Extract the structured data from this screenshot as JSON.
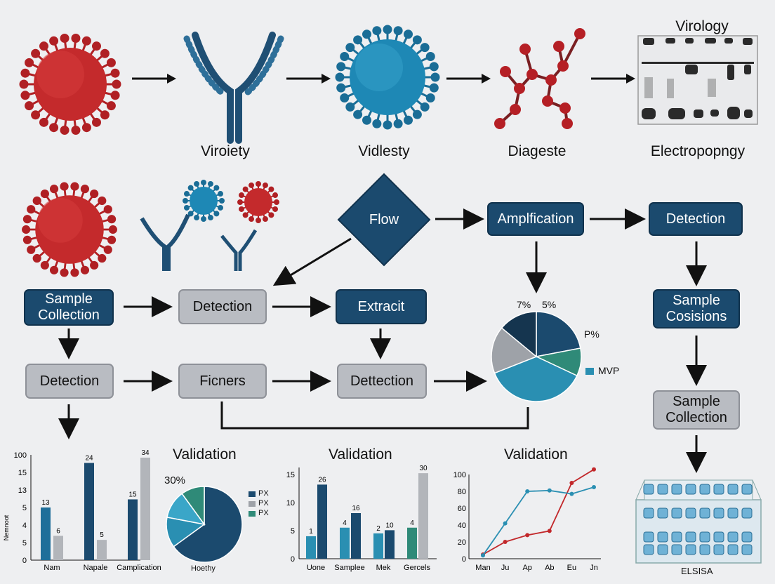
{
  "top_row": {
    "captions": [
      "Viroiety",
      "Vidlesty",
      "Diageste",
      "Electropopngy"
    ],
    "gel_title": "Virology"
  },
  "flow": {
    "diamond": "Flow",
    "amplification": "Amplfication",
    "detection_top": "Detection",
    "sample_collection_left": "Sample Collection",
    "detection_mid": "Detection",
    "extract": "Extracit",
    "detection_left": "Detection",
    "ficners": "Ficners",
    "detection_center": "Dettection",
    "sample_cosisions": "Sample Cosisions",
    "sample_collection_right": "Sample Collection",
    "elisa_label": "ELSISA"
  },
  "pie_top": {
    "labels": [
      "7%",
      "5%",
      "P%"
    ],
    "legend": "MVP"
  },
  "bar_left": {
    "yticks": [
      "100",
      "15",
      "13",
      "5",
      "4",
      "5",
      "0"
    ],
    "ylabel": "Nemnoot",
    "categories": [
      "Nam",
      "Napale",
      "Camplication"
    ]
  },
  "validation_titles": [
    "Validation",
    "Validation",
    "Validation"
  ],
  "pie_bottom": {
    "pct": "30%",
    "legend": [
      "PX",
      "PX",
      "PX"
    ],
    "caption": "Hoethy"
  },
  "bar_mid": {
    "yticks": [
      "15",
      "10",
      "5",
      "0"
    ],
    "categories": [
      "Uone",
      "Samplee",
      "Mek",
      "Gercels"
    ]
  },
  "line_chart": {
    "yticks": [
      "100",
      "80",
      "60",
      "40",
      "20",
      "0"
    ],
    "xticks": [
      "Man",
      "Ju",
      "Ap",
      "Ab",
      "Eu",
      "Jn"
    ]
  },
  "colors": {
    "dark_blue": "#1b4a6e",
    "teal": "#2a8fb2",
    "green": "#2f8a78",
    "grey": "#b9bcc2",
    "red": "#c2282b"
  },
  "chart_data": [
    {
      "type": "bar",
      "categories": [
        "Nam",
        "Napale",
        "Camplication"
      ],
      "series": [
        {
          "values": [
            13,
            24,
            15
          ]
        },
        {
          "values": [
            6,
            5,
            34
          ]
        }
      ],
      "data_labels": [
        "13",
        "6",
        "24",
        "5",
        "15",
        "34"
      ],
      "ylabel": "Nemnoot"
    },
    {
      "type": "pie",
      "labels": [
        "7%",
        "5%",
        "P%"
      ],
      "values": [
        22,
        10,
        37,
        17,
        14
      ],
      "legend": [
        "MVP"
      ]
    },
    {
      "type": "pie",
      "labels": [
        "30%"
      ],
      "values": [
        65,
        13,
        12,
        10
      ],
      "legend": [
        "PX",
        "PX",
        "PX"
      ],
      "title": "Validation"
    },
    {
      "type": "bar",
      "categories": [
        "Uone",
        "Samplee",
        "Mek",
        "Gercels"
      ],
      "series": [
        {
          "values": [
            1,
            4,
            2,
            4
          ]
        },
        {
          "values": [
            26,
            16,
            10,
            30
          ]
        }
      ],
      "data_labels": [
        "1",
        "26",
        "4",
        "16",
        "2",
        "10",
        "4",
        "30"
      ],
      "title": "Validation"
    },
    {
      "type": "line",
      "x": [
        "Man",
        "Ju",
        "Ap",
        "Ab",
        "Eu",
        "Jn"
      ],
      "series": [
        {
          "values": [
            5,
            20,
            28,
            33,
            90,
            106
          ]
        },
        {
          "values": [
            4,
            42,
            80,
            81,
            77,
            85
          ]
        }
      ],
      "ylim": [
        0,
        100
      ],
      "title": "Validation"
    }
  ]
}
